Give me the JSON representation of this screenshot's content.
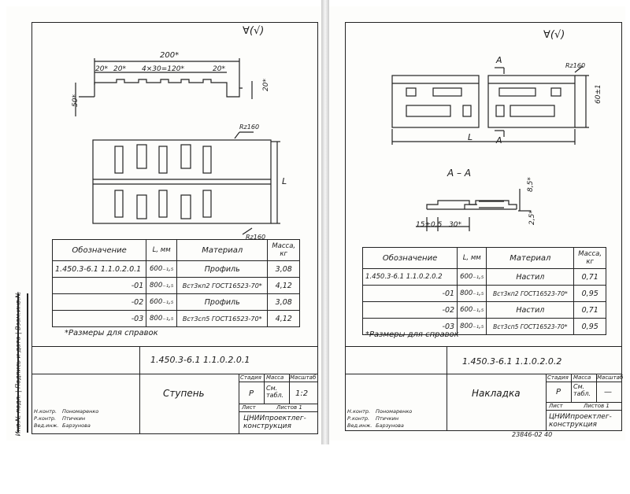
{
  "left": {
    "roughness_top": "∀(√)",
    "dims": {
      "total_width": "200*",
      "seg1": "20*",
      "seg2": "20*",
      "pitch": "4×30=120*",
      "seg3": "20*",
      "height": "50*",
      "flange": "20*",
      "length": "L"
    },
    "roughness_1": "Rz160",
    "roughness_2": "Rz160",
    "table": {
      "headers": {
        "designation": "Обозначение",
        "length": "L, мм",
        "material": "Материал",
        "mass": "Масса, кг"
      },
      "rows": [
        {
          "designation": "1.450.3-6.1  1.1.0.2.0.1",
          "length": "600₋₁,₅",
          "material": "Профиль",
          "mass": "3,08"
        },
        {
          "designation": "-01",
          "length": "800₋₁,₅",
          "material": "Вст3кп2 ГОСТ16523-70*",
          "mass": "4,12"
        },
        {
          "designation": "-02",
          "length": "600₋₁,₅",
          "material": "Профиль",
          "mass": "3,08"
        },
        {
          "designation": "-03",
          "length": "800₋₁,₅",
          "material": "Вст3сп5 ГОСТ16523-70*",
          "mass": "4,12"
        }
      ]
    },
    "note": "*Размеры для справок",
    "stamp": {
      "code": "1.450.3-6.1  1.1.0.2.0.1",
      "title": "Ступень",
      "stage_label": "Стадия",
      "mass_label": "Масса",
      "scale_label": "Масштаб",
      "stage": "Р",
      "mass": "См. табл.",
      "scale": "1:2",
      "sheet_label": "Лист",
      "sheets_label": "Листов 1",
      "org": "ЦНИИпроектлег-конструкция",
      "roles": [
        "Н.контр.",
        "Р.контр.",
        "Вед.инж."
      ],
      "names": [
        "Пономаренко",
        "Птичкин",
        "Барзунова"
      ]
    },
    "side_labels": "Инв.№ подл. | Подпись и дата | Взам.инв.№"
  },
  "right": {
    "roughness_top": "∀(√)",
    "section_mark": "А",
    "roughness_1": "Rz160",
    "dims": {
      "height": "60±1",
      "length": "L",
      "section_title": "А – А",
      "h1": "8,5*",
      "h2": "2,5*",
      "w1": "15±0,5",
      "w2": "30*"
    },
    "table": {
      "headers": {
        "designation": "Обозначение",
        "length": "L, мм",
        "material": "Материал",
        "mass": "Масса, кг"
      },
      "rows": [
        {
          "designation": "1.450.3-6.1  1.1.0.2.0.2",
          "length": "600₋₁,₅",
          "material": "Настил",
          "mass": "0,71"
        },
        {
          "designation": "-01",
          "length": "800₋₁,₅",
          "material": "Вст3кп2 ГОСТ16523-70*",
          "mass": "0,95"
        },
        {
          "designation": "-02",
          "length": "600₋₁,₅",
          "material": "Настил",
          "mass": "0,71"
        },
        {
          "designation": "-03",
          "length": "800₋₁,₅",
          "material": "Вст3сп5 ГОСТ16523-70*",
          "mass": "0,95"
        }
      ]
    },
    "note": "*Размеры для справок",
    "stamp": {
      "code": "1.450.3-6.1  1.1.0.2.0.2",
      "title": "Накладка",
      "stage_label": "Стадия",
      "mass_label": "Масса",
      "scale_label": "Масштаб",
      "stage": "Р",
      "mass": "См. табл.",
      "scale": "—",
      "sheet_label": "Лист",
      "sheets_label": "Листов 1",
      "org": "ЦНИИпроектлег-конструкция",
      "roles": [
        "Н.контр.",
        "Р.контр.",
        "Вед.инж."
      ],
      "names": [
        "Пономаренко",
        "Птичкин",
        "Барзунова"
      ]
    },
    "page_number": "23846-02  40"
  }
}
